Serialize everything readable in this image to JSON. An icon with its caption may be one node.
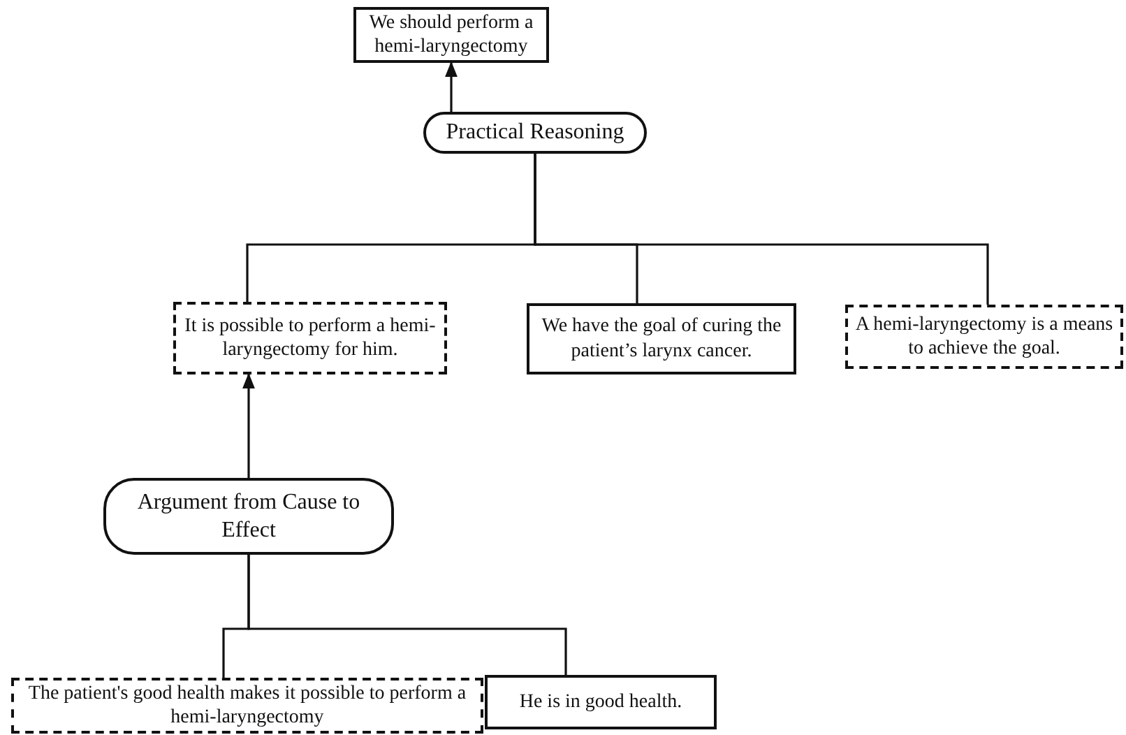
{
  "diagram": {
    "nodes": [
      {
        "text": [
          "We should perform a hemi-laryngectomy"
        ]
      },
      {
        "text": [
          "Practical Reasoning"
        ]
      },
      {
        "text": [
          "It is possible to perform a hemi-laryngectomy for him."
        ]
      },
      {
        "text": [
          "We have the goal of curing the patient’s larynx cancer."
        ]
      },
      {
        "text": [
          "A hemi-laryngectomy is a means to achieve the goal."
        ]
      },
      {
        "text": [
          "Argument from Cause to Effect"
        ]
      },
      {
        "text": [
          "The patient's good health makes it possible to perform a hemi-laryngectomy"
        ]
      },
      {
        "text": [
          "He is in good health."
        ]
      }
    ],
    "edges": [
      {
        "from": 1,
        "to": 0,
        "arrow": "to"
      },
      {
        "from": 2,
        "to": 1,
        "arrow": "none"
      },
      {
        "from": 3,
        "to": 1,
        "arrow": "none"
      },
      {
        "from": 4,
        "to": 1,
        "arrow": "none"
      },
      {
        "from": 5,
        "to": 2,
        "arrow": "to"
      },
      {
        "from": 6,
        "to": 5,
        "arrow": "none"
      },
      {
        "from": 7,
        "to": 5,
        "arrow": "none"
      }
    ]
  }
}
